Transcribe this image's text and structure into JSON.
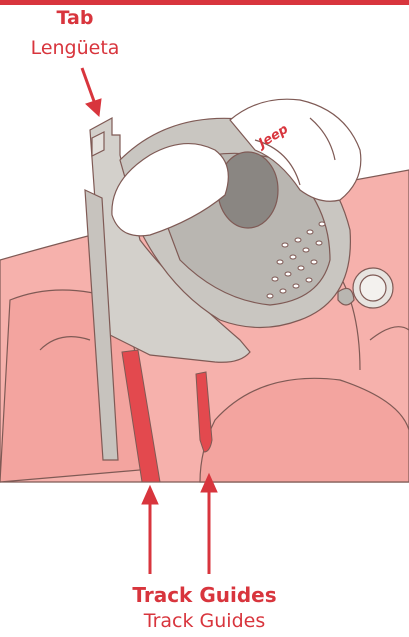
{
  "labels": {
    "tab_title": "Tab",
    "tab_subtitle": "Lengüeta",
    "track_title": "Track Guides",
    "track_subtitle": "Track Guides"
  },
  "logo_text": "Jeep",
  "colors": {
    "accent": "#d8353d",
    "seat": "#f6b1ac",
    "device": "#d3d0cb",
    "outline": "#7f5a55"
  },
  "icons": [
    "arrow-down-icon",
    "arrow-up-icon"
  ]
}
